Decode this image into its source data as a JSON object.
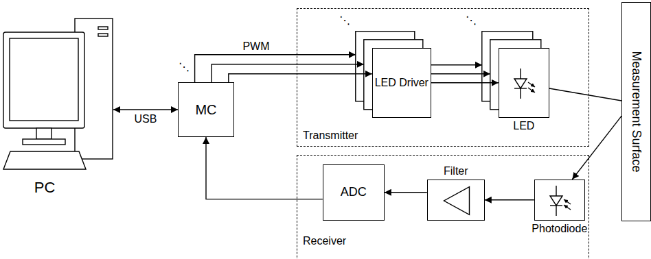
{
  "diagram": {
    "nodes": [
      {
        "text": [
          "PC"
        ]
      },
      {
        "text": [
          "MC"
        ]
      },
      {
        "text": [
          "Transmitter"
        ]
      },
      {
        "text": [
          "LED Driver"
        ],
        "in": 2
      },
      {
        "text": [
          "LED"
        ],
        "in": 2
      },
      {
        "text": [
          "Measurement Surface"
        ]
      },
      {
        "text": [
          "Receiver"
        ]
      },
      {
        "text": [
          "ADC"
        ],
        "in": 6
      },
      {
        "text": [
          "Filter"
        ],
        "in": 6
      },
      {
        "text": [
          "Photodiode"
        ],
        "in": 6
      }
    ],
    "edges": [
      {
        "from": 0,
        "to": 1,
        "label": "USB",
        "arrow": "both"
      },
      {
        "from": 1,
        "to": 3,
        "label": "PWM",
        "arrow": "to"
      },
      {
        "from": 3,
        "to": 4,
        "arrow": "to"
      },
      {
        "from": 4,
        "to": 5,
        "arrow": "none"
      },
      {
        "from": 5,
        "to": 9,
        "arrow": "to"
      },
      {
        "from": 9,
        "to": 8,
        "arrow": "to"
      },
      {
        "from": 8,
        "to": 7,
        "arrow": "to"
      },
      {
        "from": 7,
        "to": 1,
        "arrow": "to"
      }
    ],
    "labels": [
      "⋱",
      "⋱",
      "⋱"
    ]
  }
}
